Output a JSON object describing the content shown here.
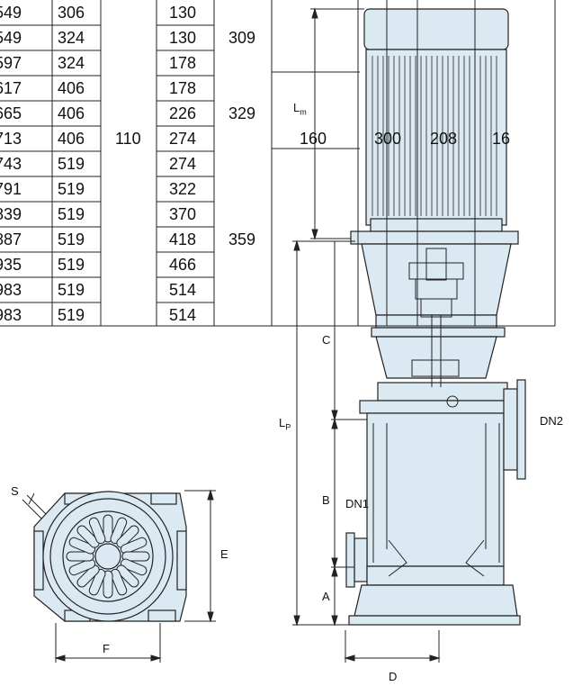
{
  "table": {
    "rows": [
      [
        "549",
        "306",
        "130"
      ],
      [
        "549",
        "324",
        "130"
      ],
      [
        "597",
        "324",
        "178"
      ],
      [
        "617",
        "406",
        "178"
      ],
      [
        "665",
        "406",
        "226"
      ],
      [
        "713",
        "406",
        "274"
      ],
      [
        "743",
        "519",
        "274"
      ],
      [
        "791",
        "519",
        "322"
      ],
      [
        "839",
        "519",
        "370"
      ],
      [
        "887",
        "519",
        "418"
      ],
      [
        "935",
        "519",
        "466"
      ],
      [
        "983",
        "519",
        "514"
      ],
      [
        "983",
        "519",
        "514"
      ]
    ],
    "merged_col3": "110",
    "merged_col5": [
      "309",
      "329",
      "359"
    ],
    "extra_row": [
      "160",
      "300",
      "208",
      "16"
    ]
  },
  "labels": {
    "lm": "L",
    "lm_sub": "m",
    "lp": "L",
    "lp_sub": "P",
    "a": "A",
    "b": "B",
    "c": "C",
    "d": "D",
    "e": "E",
    "f": "F",
    "s": "S",
    "dn1": "DN1",
    "dn2": "DN2"
  },
  "colors": {
    "pump_fill": "#dbe9f3",
    "outline": "#222222"
  }
}
